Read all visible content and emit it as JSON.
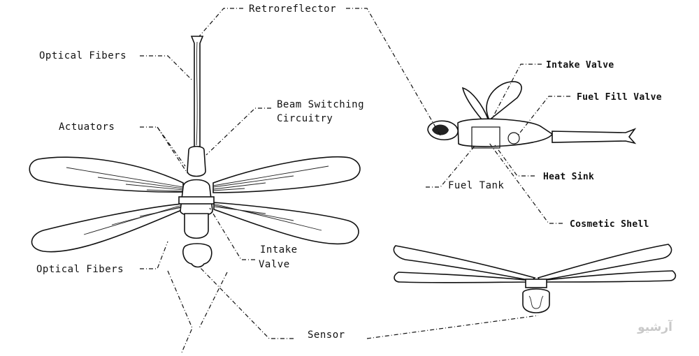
{
  "labels": {
    "retroreflector": "Retroreflector",
    "optical_fibers_top": "Optical Fibers",
    "beam_switching_1": "Beam Switching",
    "beam_switching_2": "Circuitry",
    "actuators": "Actuators",
    "intake_valve_left_1": "Intake",
    "intake_valve_left_2": "Valve",
    "optical_fibers_bottom": "Optical Fibers",
    "sensor": "Sensor",
    "intake_valve_right": "Intake Valve",
    "fuel_fill_valve": "Fuel Fill Valve",
    "heat_sink": "Heat Sink",
    "fuel_tank": "Fuel Tank",
    "cosmetic_shell": "Cosmetic Shell"
  },
  "watermark": {
    "text": "آرشیو"
  }
}
